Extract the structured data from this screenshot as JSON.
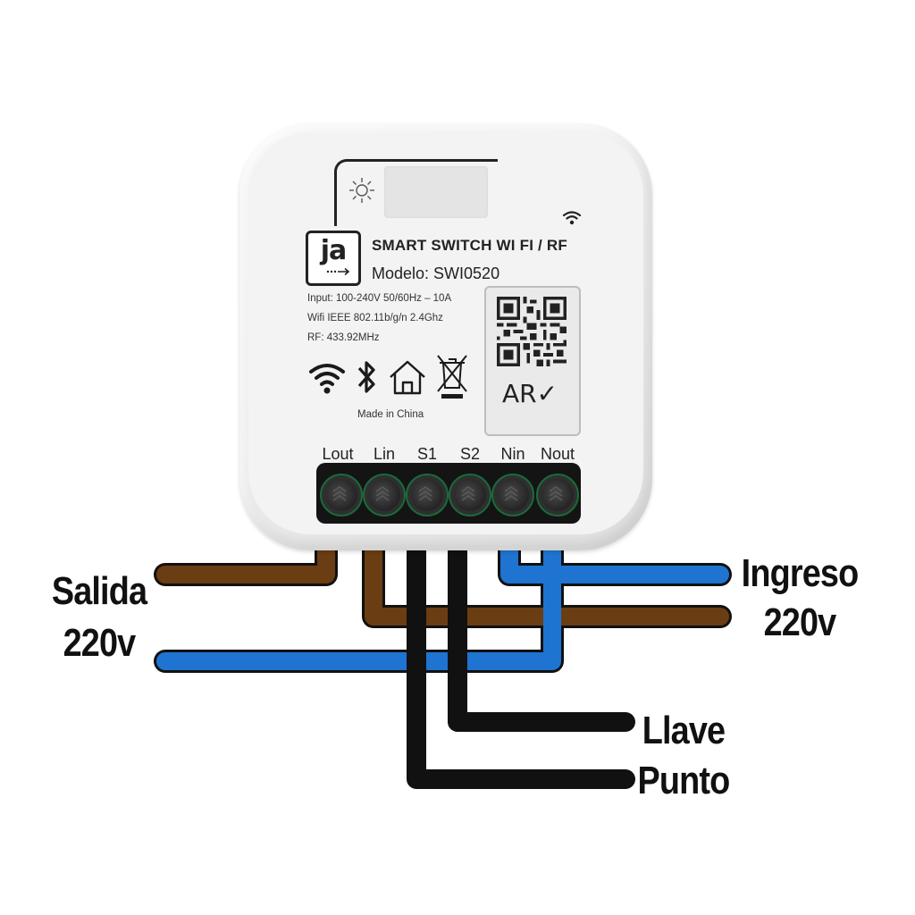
{
  "device": {
    "title": "SMART SWITCH WI FI / RF",
    "model": "Modelo: SWI0520",
    "logo_text": "ja",
    "specs": [
      "Input: 100-240V 50/60Hz – 10A",
      "Wifi IEEE 802.11b/g/n 2.4Ghz",
      "RF: 433.92MHz"
    ],
    "made_in": "Made in China",
    "certification": "AR✓",
    "terminals": [
      "Lout",
      "Lin",
      "S1",
      "S2",
      "Nin",
      "Nout"
    ],
    "icons": [
      "light-icon",
      "wifi-icon",
      "bluetooth-icon",
      "home-icon",
      "weee-bin-icon",
      "qr-code-icon"
    ]
  },
  "labels": {
    "salida_line1": "Salida",
    "salida_line2": "220v",
    "ingreso_line1": "Ingreso",
    "ingreso_line2": "220v",
    "llave": "Llave",
    "punto": "Punto"
  },
  "colors": {
    "live_wire": "#6b3d12",
    "neutral_wire": "#1e74d0",
    "switch_wire": "#111111",
    "terminal_ring": "#1c6a3a"
  }
}
